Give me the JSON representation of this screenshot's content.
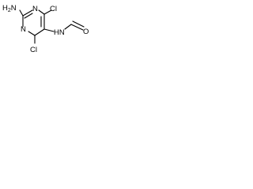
{
  "structure": {
    "labels": {
      "amine": "H2N",
      "ring_n_upper": "N",
      "ring_n_lower": "N",
      "cl_top": "Cl",
      "cl_bottom": "Cl",
      "amide_nh": "HN",
      "carbonyl_o": "O"
    }
  }
}
